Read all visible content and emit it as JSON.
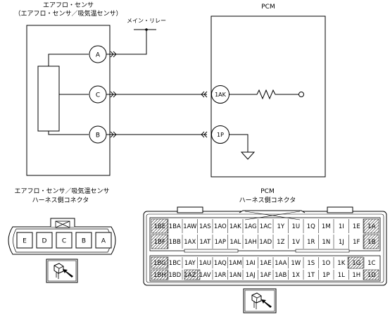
{
  "sensor": {
    "title_line1": "エアフロ・センサ",
    "title_line2": "（エアフロ・センサ／吸気温センサ）",
    "terminals": [
      "A",
      "C",
      "B"
    ]
  },
  "main_relay_label": "メイン・リレー",
  "pcm": {
    "title": "PCM",
    "terminals": [
      "1AK",
      "1P"
    ]
  },
  "sensor_connector": {
    "title_line1": "エアフロ・センサ／吸気温センサ",
    "title_line2": "ハーネス側コネクタ",
    "pins": [
      "E",
      "D",
      "C",
      "B",
      "A"
    ]
  },
  "pcm_connector": {
    "title_line1": "PCM",
    "title_line2": "ハーネス側コネクタ",
    "top_row1": [
      "1BE",
      "1BA",
      "1AW",
      "1AS",
      "1AO",
      "1AK",
      "1AG",
      "1AC",
      "1Y",
      "1U",
      "1Q",
      "1M",
      "1I",
      "1E",
      "1A"
    ],
    "top_row2": [
      "1BF",
      "1BB",
      "1AX",
      "1AT",
      "1AP",
      "1AL",
      "1AH",
      "1AD",
      "1Z",
      "1V",
      "1R",
      "1N",
      "1J",
      "1F",
      "1B"
    ],
    "bot_row1": [
      "1BG",
      "1BC",
      "1AY",
      "1AU",
      "1AQ",
      "1AM",
      "1AI",
      "1AE",
      "1AA",
      "1W",
      "1S",
      "1O",
      "1K",
      "1G",
      "1C"
    ],
    "bot_row2": [
      "1BH",
      "1BD",
      "1AZ",
      "1AV",
      "1AR",
      "1AN",
      "1AJ",
      "1AF",
      "1AB",
      "1X",
      "1T",
      "1P",
      "1L",
      "1H",
      "1D"
    ]
  },
  "colors": {
    "line": "#000000",
    "hatch": "#000000"
  },
  "icons": [
    "connector-view-icon",
    "connector-view-icon"
  ]
}
